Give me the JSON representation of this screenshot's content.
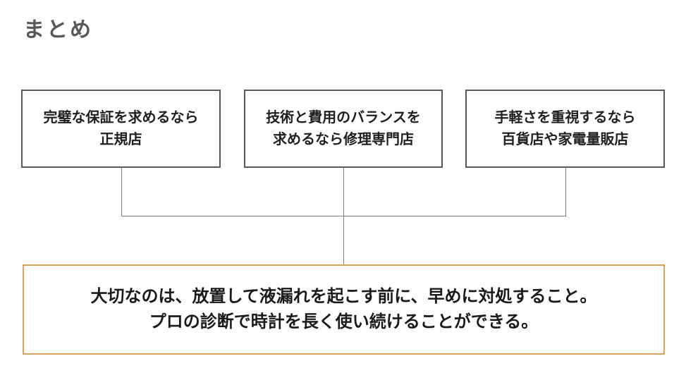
{
  "title": "まとめ",
  "option_boxes": [
    {
      "line1": "完璧な保証を求めるなら",
      "line2": "正規店"
    },
    {
      "line1": "技術と費用のバランスを",
      "line2": "求めるなら修理専門店"
    },
    {
      "line1": "手軽さを重視するなら",
      "line2": "百貨店や家電量販店"
    }
  ],
  "conclusion": {
    "line1": "大切なのは、放置して液漏れを起こす前に、早めに対処すること。",
    "line2": "プロの診断で時計を長く使い続けることができる。"
  },
  "colors": {
    "title_text": "#595959",
    "option_box_border": "#595959",
    "body_text": "#1f1f1f",
    "connector_line": "#808080",
    "conclusion_border": "#D9A45F"
  }
}
